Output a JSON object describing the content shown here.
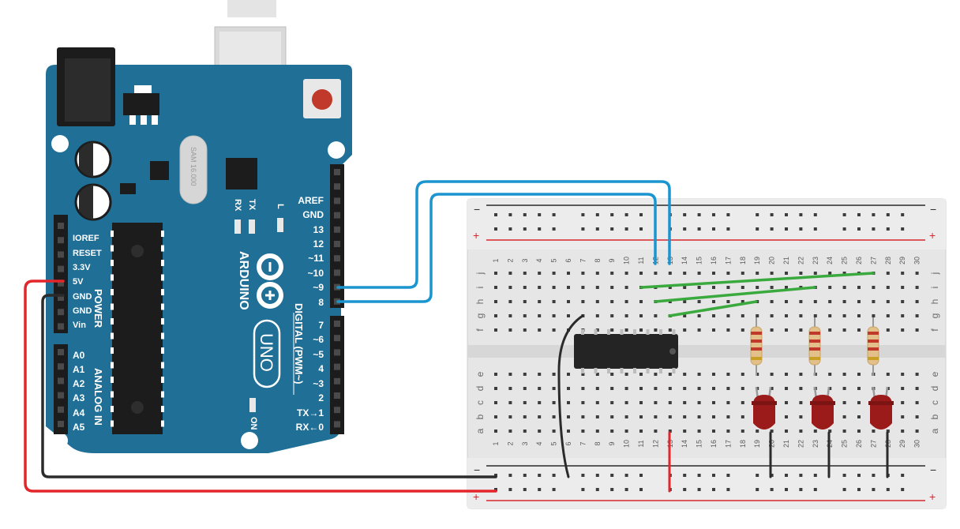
{
  "arduino": {
    "logo_text": "ARDUINO",
    "model_text": "UNO",
    "crystal_text": "SAM 16.000",
    "digital_label": "DIGITAL (PWM~)",
    "power_label": "POWER",
    "analog_label": "ANALOG IN",
    "led_labels": {
      "rx": "RX",
      "tx": "TX",
      "l": "L",
      "on": "ON"
    },
    "power_pins": [
      "IOREF",
      "RESET",
      "3.3V",
      "5V",
      "GND",
      "GND",
      "Vin"
    ],
    "analog_pins": [
      "A0",
      "A1",
      "A2",
      "A3",
      "A4",
      "A5"
    ],
    "digital_pins_top": [
      "AREF",
      "GND",
      "13",
      "12",
      "~11",
      "~10",
      "~9",
      "8"
    ],
    "digital_pins_bottom": [
      "7",
      "~6",
      "~5",
      "4",
      "~3",
      "2",
      "TX→1",
      "RX←0"
    ]
  },
  "breadboard": {
    "columns": [
      "1",
      "2",
      "3",
      "4",
      "5",
      "6",
      "7",
      "8",
      "9",
      "10",
      "11",
      "12",
      "13",
      "14",
      "15",
      "16",
      "17",
      "18",
      "19",
      "20",
      "21",
      "22",
      "23",
      "24",
      "25",
      "26",
      "27",
      "28",
      "29",
      "30"
    ],
    "rows_top": [
      "j",
      "i",
      "h",
      "g",
      "f"
    ],
    "rows_bottom": [
      "e",
      "d",
      "c",
      "b",
      "a"
    ],
    "rail_minus": "−",
    "rail_plus": "+"
  },
  "colors": {
    "board_blue": "#1f6f97",
    "wire_red": "#e2262b",
    "wire_black": "#2b2b2b",
    "wire_blue": "#1b95cf",
    "wire_green": "#3aaa3e",
    "led_red": "#9b1b1b",
    "breadboard": "#ececec",
    "rail_red": "#d8262b"
  }
}
